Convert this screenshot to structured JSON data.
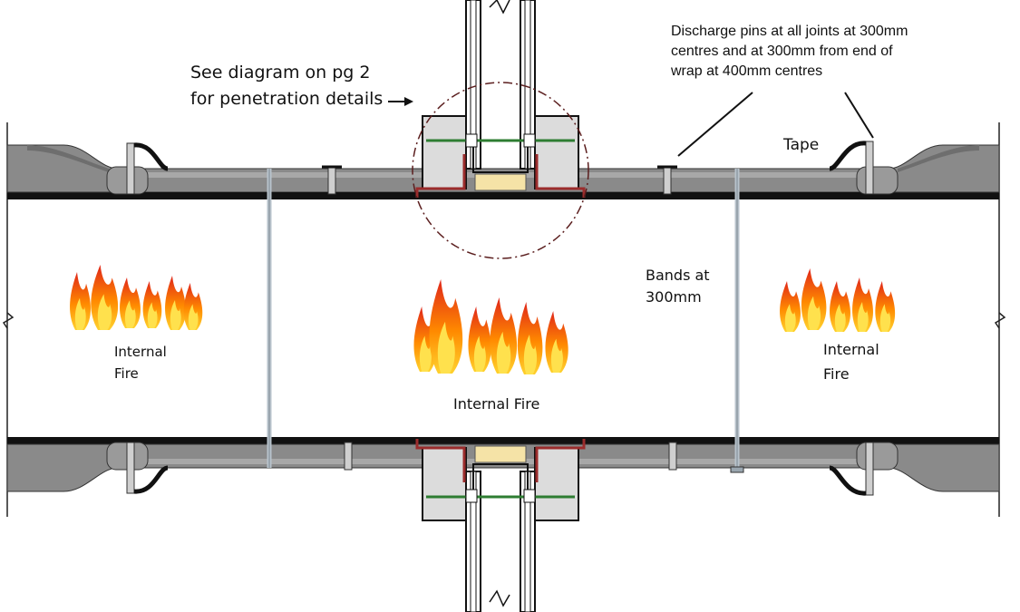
{
  "labels": {
    "see_diagram": "See diagram on pg 2\nfor penetration details",
    "discharge_pins": "Discharge pins at all joints at 300mm\ncentres and at 300mm from end of\nwrap at 400mm centres",
    "tape": "Tape",
    "bands": "Bands at\n300mm",
    "fire_left": "Internal\nFire",
    "fire_center": "Internal Fire",
    "fire_right": "Internal\nFire"
  },
  "colors": {
    "duct_wall": "#111111",
    "wrap_fill": "#8a8a8a",
    "wrap_light": "#bdbdbd",
    "block_fill": "#dcdcdc",
    "insulation": "#f5e3a7",
    "seal_red": "#9b2c2c",
    "green_strip": "#2e7d32",
    "band_color": "#b8c3cc",
    "flame_outer": "#ff6a00",
    "flame_inner": "#ffd22e"
  }
}
